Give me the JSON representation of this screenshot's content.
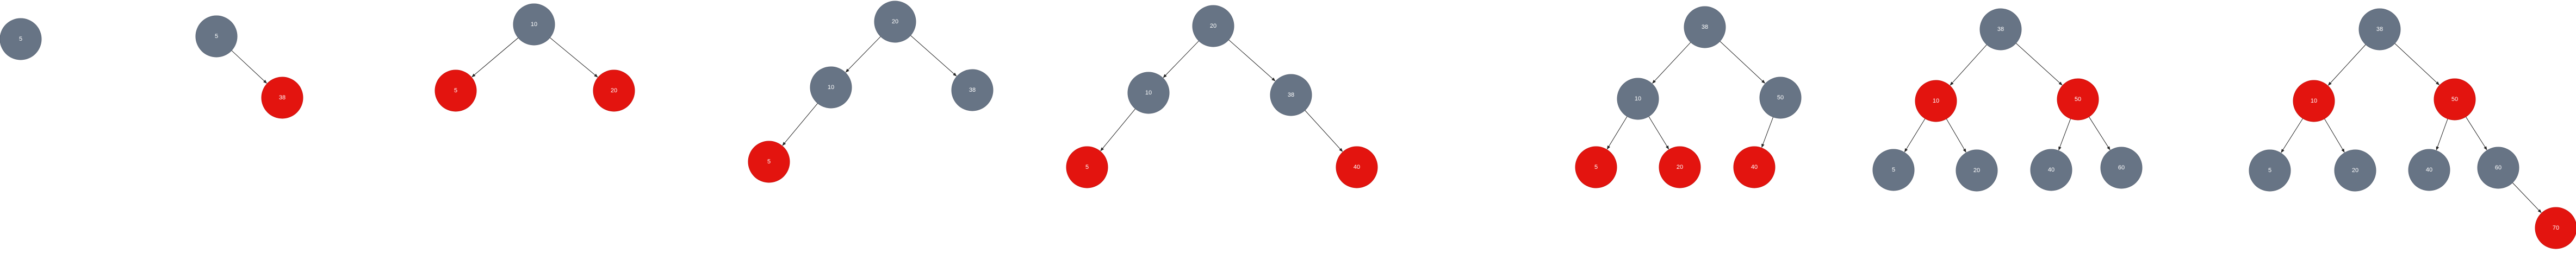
{
  "colors": {
    "black_node": "#677485",
    "red_node": "#e3140f",
    "edge": "#222222",
    "label": "#ffffff"
  },
  "trees": [
    {
      "nodes": [
        {
          "id": "a5",
          "label": "5",
          "color": "black"
        }
      ],
      "edges": []
    },
    {
      "nodes": [
        {
          "id": "a5",
          "label": "5",
          "color": "black"
        },
        {
          "id": "a38",
          "label": "38",
          "color": "red"
        }
      ],
      "edges": [
        [
          "a5",
          "a38"
        ]
      ]
    },
    {
      "nodes": [
        {
          "id": "a10",
          "label": "10",
          "color": "black"
        },
        {
          "id": "a5",
          "label": "5",
          "color": "red"
        },
        {
          "id": "a20",
          "label": "20",
          "color": "red"
        }
      ],
      "edges": [
        [
          "a10",
          "a5"
        ],
        [
          "a10",
          "a20"
        ]
      ]
    },
    {
      "nodes": [
        {
          "id": "a20",
          "label": "20",
          "color": "black"
        },
        {
          "id": "a10",
          "label": "10",
          "color": "black"
        },
        {
          "id": "a38",
          "label": "38",
          "color": "black"
        },
        {
          "id": "a5",
          "label": "5",
          "color": "red"
        }
      ],
      "edges": [
        [
          "a20",
          "a10"
        ],
        [
          "a20",
          "a38"
        ],
        [
          "a10",
          "a5"
        ]
      ]
    },
    {
      "nodes": [
        {
          "id": "a20",
          "label": "20",
          "color": "black"
        },
        {
          "id": "a10",
          "label": "10",
          "color": "black"
        },
        {
          "id": "a38",
          "label": "38",
          "color": "black"
        },
        {
          "id": "a5",
          "label": "5",
          "color": "red"
        },
        {
          "id": "a40",
          "label": "40",
          "color": "red"
        }
      ],
      "edges": [
        [
          "a20",
          "a10"
        ],
        [
          "a20",
          "a38"
        ],
        [
          "a10",
          "a5"
        ],
        [
          "a38",
          "a40"
        ]
      ]
    },
    {
      "nodes": [
        {
          "id": "a38",
          "label": "38",
          "color": "black"
        },
        {
          "id": "a10",
          "label": "10",
          "color": "black"
        },
        {
          "id": "a50",
          "label": "50",
          "color": "black"
        },
        {
          "id": "a5",
          "label": "5",
          "color": "red"
        },
        {
          "id": "a20",
          "label": "20",
          "color": "red"
        },
        {
          "id": "a40",
          "label": "40",
          "color": "red"
        }
      ],
      "edges": [
        [
          "a38",
          "a10"
        ],
        [
          "a38",
          "a50"
        ],
        [
          "a10",
          "a5"
        ],
        [
          "a10",
          "a20"
        ],
        [
          "a50",
          "a40"
        ]
      ]
    },
    {
      "nodes": [
        {
          "id": "a38",
          "label": "38",
          "color": "black"
        },
        {
          "id": "a10",
          "label": "10",
          "color": "red"
        },
        {
          "id": "a50",
          "label": "50",
          "color": "red"
        },
        {
          "id": "a5",
          "label": "5",
          "color": "black"
        },
        {
          "id": "a20",
          "label": "20",
          "color": "black"
        },
        {
          "id": "a40",
          "label": "40",
          "color": "black"
        },
        {
          "id": "a60",
          "label": "60",
          "color": "black"
        }
      ],
      "edges": [
        [
          "a38",
          "a10"
        ],
        [
          "a38",
          "a50"
        ],
        [
          "a10",
          "a5"
        ],
        [
          "a10",
          "a20"
        ],
        [
          "a50",
          "a40"
        ],
        [
          "a50",
          "a60"
        ]
      ]
    },
    {
      "nodes": [
        {
          "id": "a38",
          "label": "38",
          "color": "black"
        },
        {
          "id": "a10",
          "label": "10",
          "color": "red"
        },
        {
          "id": "a50",
          "label": "50",
          "color": "red"
        },
        {
          "id": "a5",
          "label": "5",
          "color": "black"
        },
        {
          "id": "a20",
          "label": "20",
          "color": "black"
        },
        {
          "id": "a40",
          "label": "40",
          "color": "black"
        },
        {
          "id": "a60",
          "label": "60",
          "color": "black"
        },
        {
          "id": "a70",
          "label": "70",
          "color": "red"
        }
      ],
      "edges": [
        [
          "a38",
          "a10"
        ],
        [
          "a38",
          "a50"
        ],
        [
          "a10",
          "a5"
        ],
        [
          "a10",
          "a20"
        ],
        [
          "a50",
          "a40"
        ],
        [
          "a50",
          "a60"
        ],
        [
          "a60",
          "a70"
        ]
      ]
    }
  ]
}
